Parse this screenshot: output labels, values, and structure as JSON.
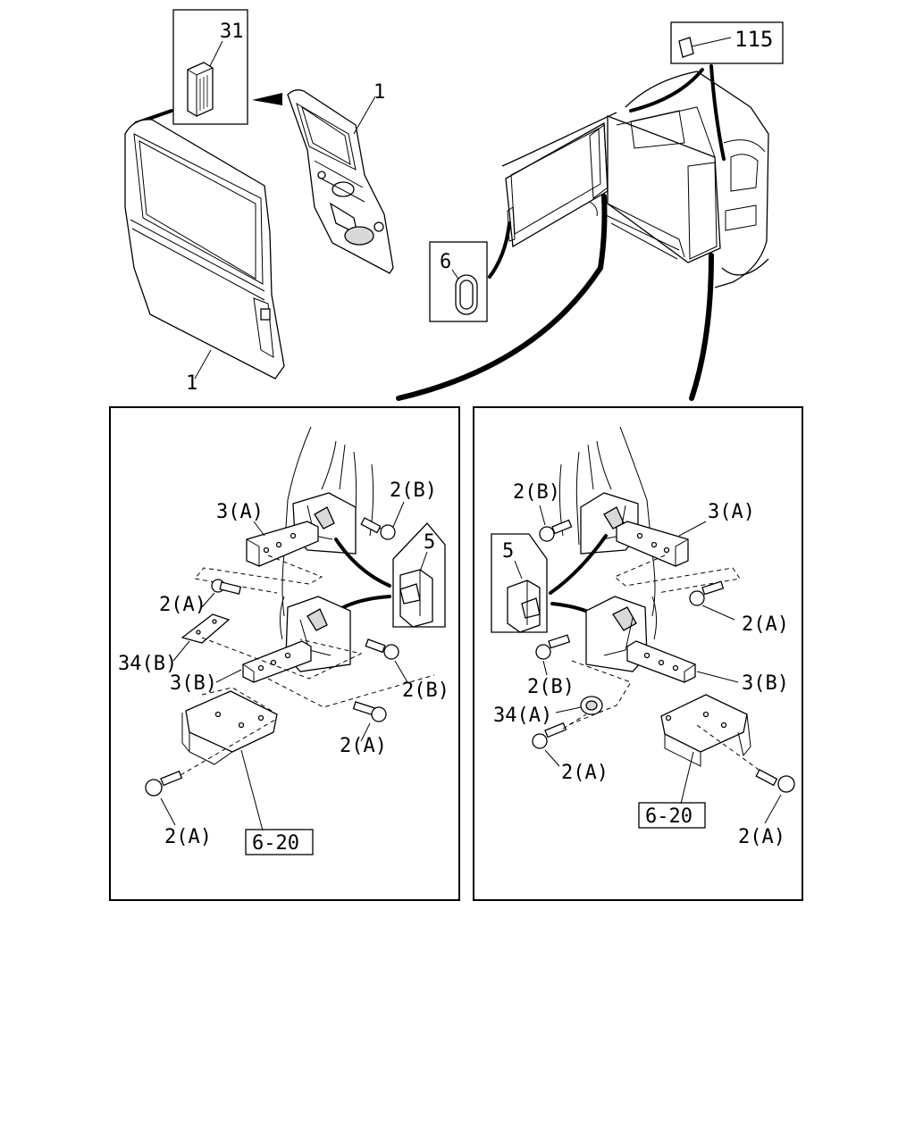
{
  "diagram": {
    "callouts": {
      "c31": "31",
      "c1_top": "1",
      "c1_bottom": "1",
      "c115": "115",
      "c6": "6"
    },
    "left_panel": {
      "c2B_top": "2(B)",
      "c3A": "3(A)",
      "c5": "5",
      "c2A_mid": "2(A)",
      "c34B": "34(B)",
      "c3B": "3(B)",
      "c2B_bottom": "2(B)",
      "c2A_right": "2(A)",
      "c2A_bottom": "2(A)",
      "ref": "6-20"
    },
    "right_panel": {
      "c2B_top": "2(B)",
      "c3A": "3(A)",
      "c5": "5",
      "c2A_mid": "2(A)",
      "c2B_left": "2(B)",
      "c3B": "3(B)",
      "c34A": "34(A)",
      "c2A_lower": "2(A)",
      "c2A_bottom": "2(A)",
      "ref": "6-20"
    }
  }
}
